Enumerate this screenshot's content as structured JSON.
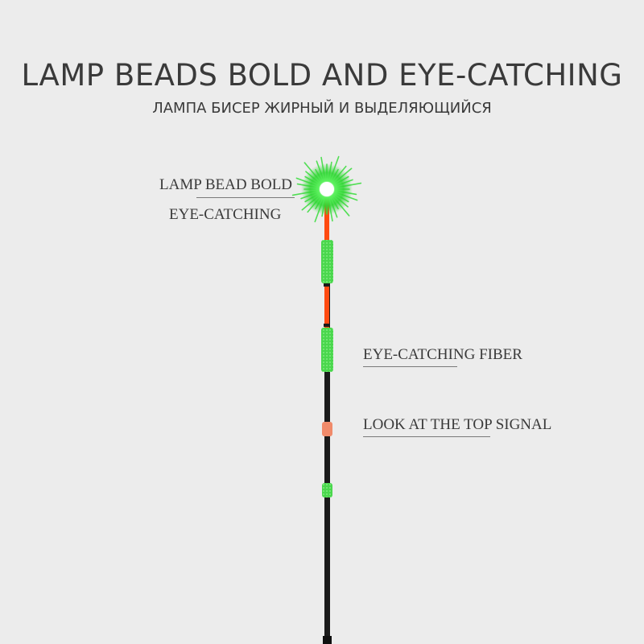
{
  "heading": {
    "title": "LAMP BEADS BOLD AND EYE-CATCHING",
    "subtitle": "ЛАМПА БИСЕР ЖИРНЫЙ И ВЫДЕЛЯЮЩИЙСЯ"
  },
  "callouts": {
    "bead_line1": "LAMP BEAD BOLD",
    "bead_line2": "EYE-CATCHING",
    "fiber": "EYE-CATCHING FIBER",
    "signal": "LOOK AT THE TOP SIGNAL"
  },
  "colors": {
    "background": "#ececec",
    "glow_green": "#39e03c",
    "rod_orange": "#ff4a10",
    "rod_black": "#1a1a1a",
    "fiber_green": "#46d84a",
    "signal_orange": "#f08a6a",
    "text": "#3a3a3a"
  }
}
